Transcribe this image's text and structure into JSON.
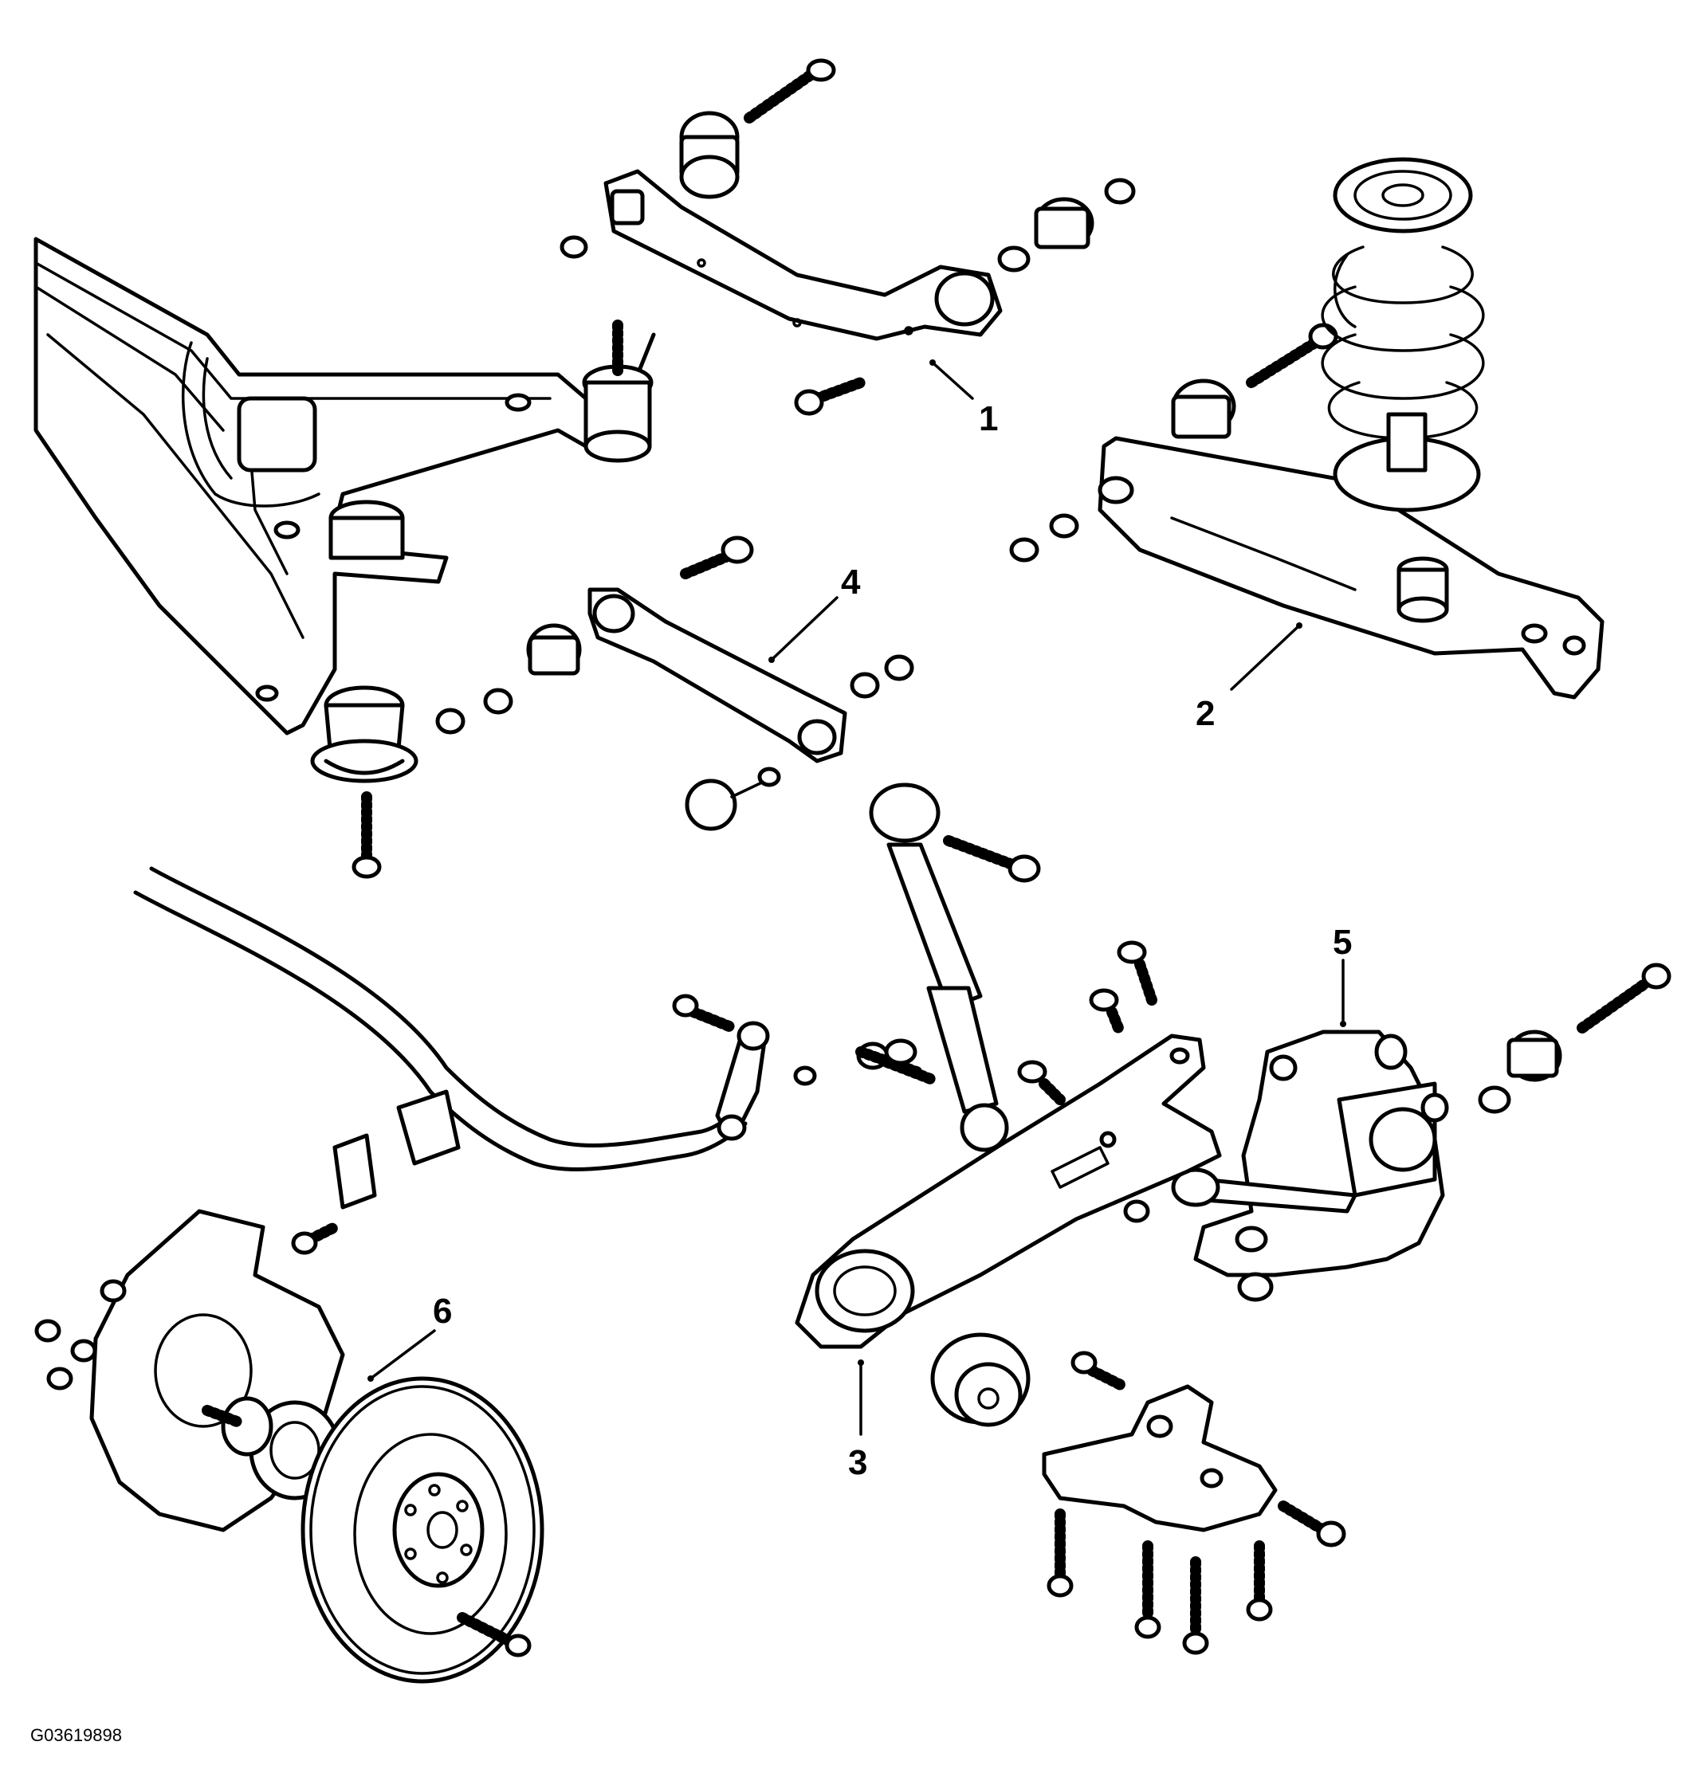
{
  "callouts": [
    {
      "id": "1",
      "text": "1"
    },
    {
      "id": "2",
      "text": "2"
    },
    {
      "id": "3",
      "text": "3"
    },
    {
      "id": "4",
      "text": "4"
    },
    {
      "id": "5",
      "text": "5"
    },
    {
      "id": "6",
      "text": "6"
    }
  ],
  "figure_code": "G03619898",
  "colors": {
    "line": "#000000",
    "background": "#ffffff"
  }
}
